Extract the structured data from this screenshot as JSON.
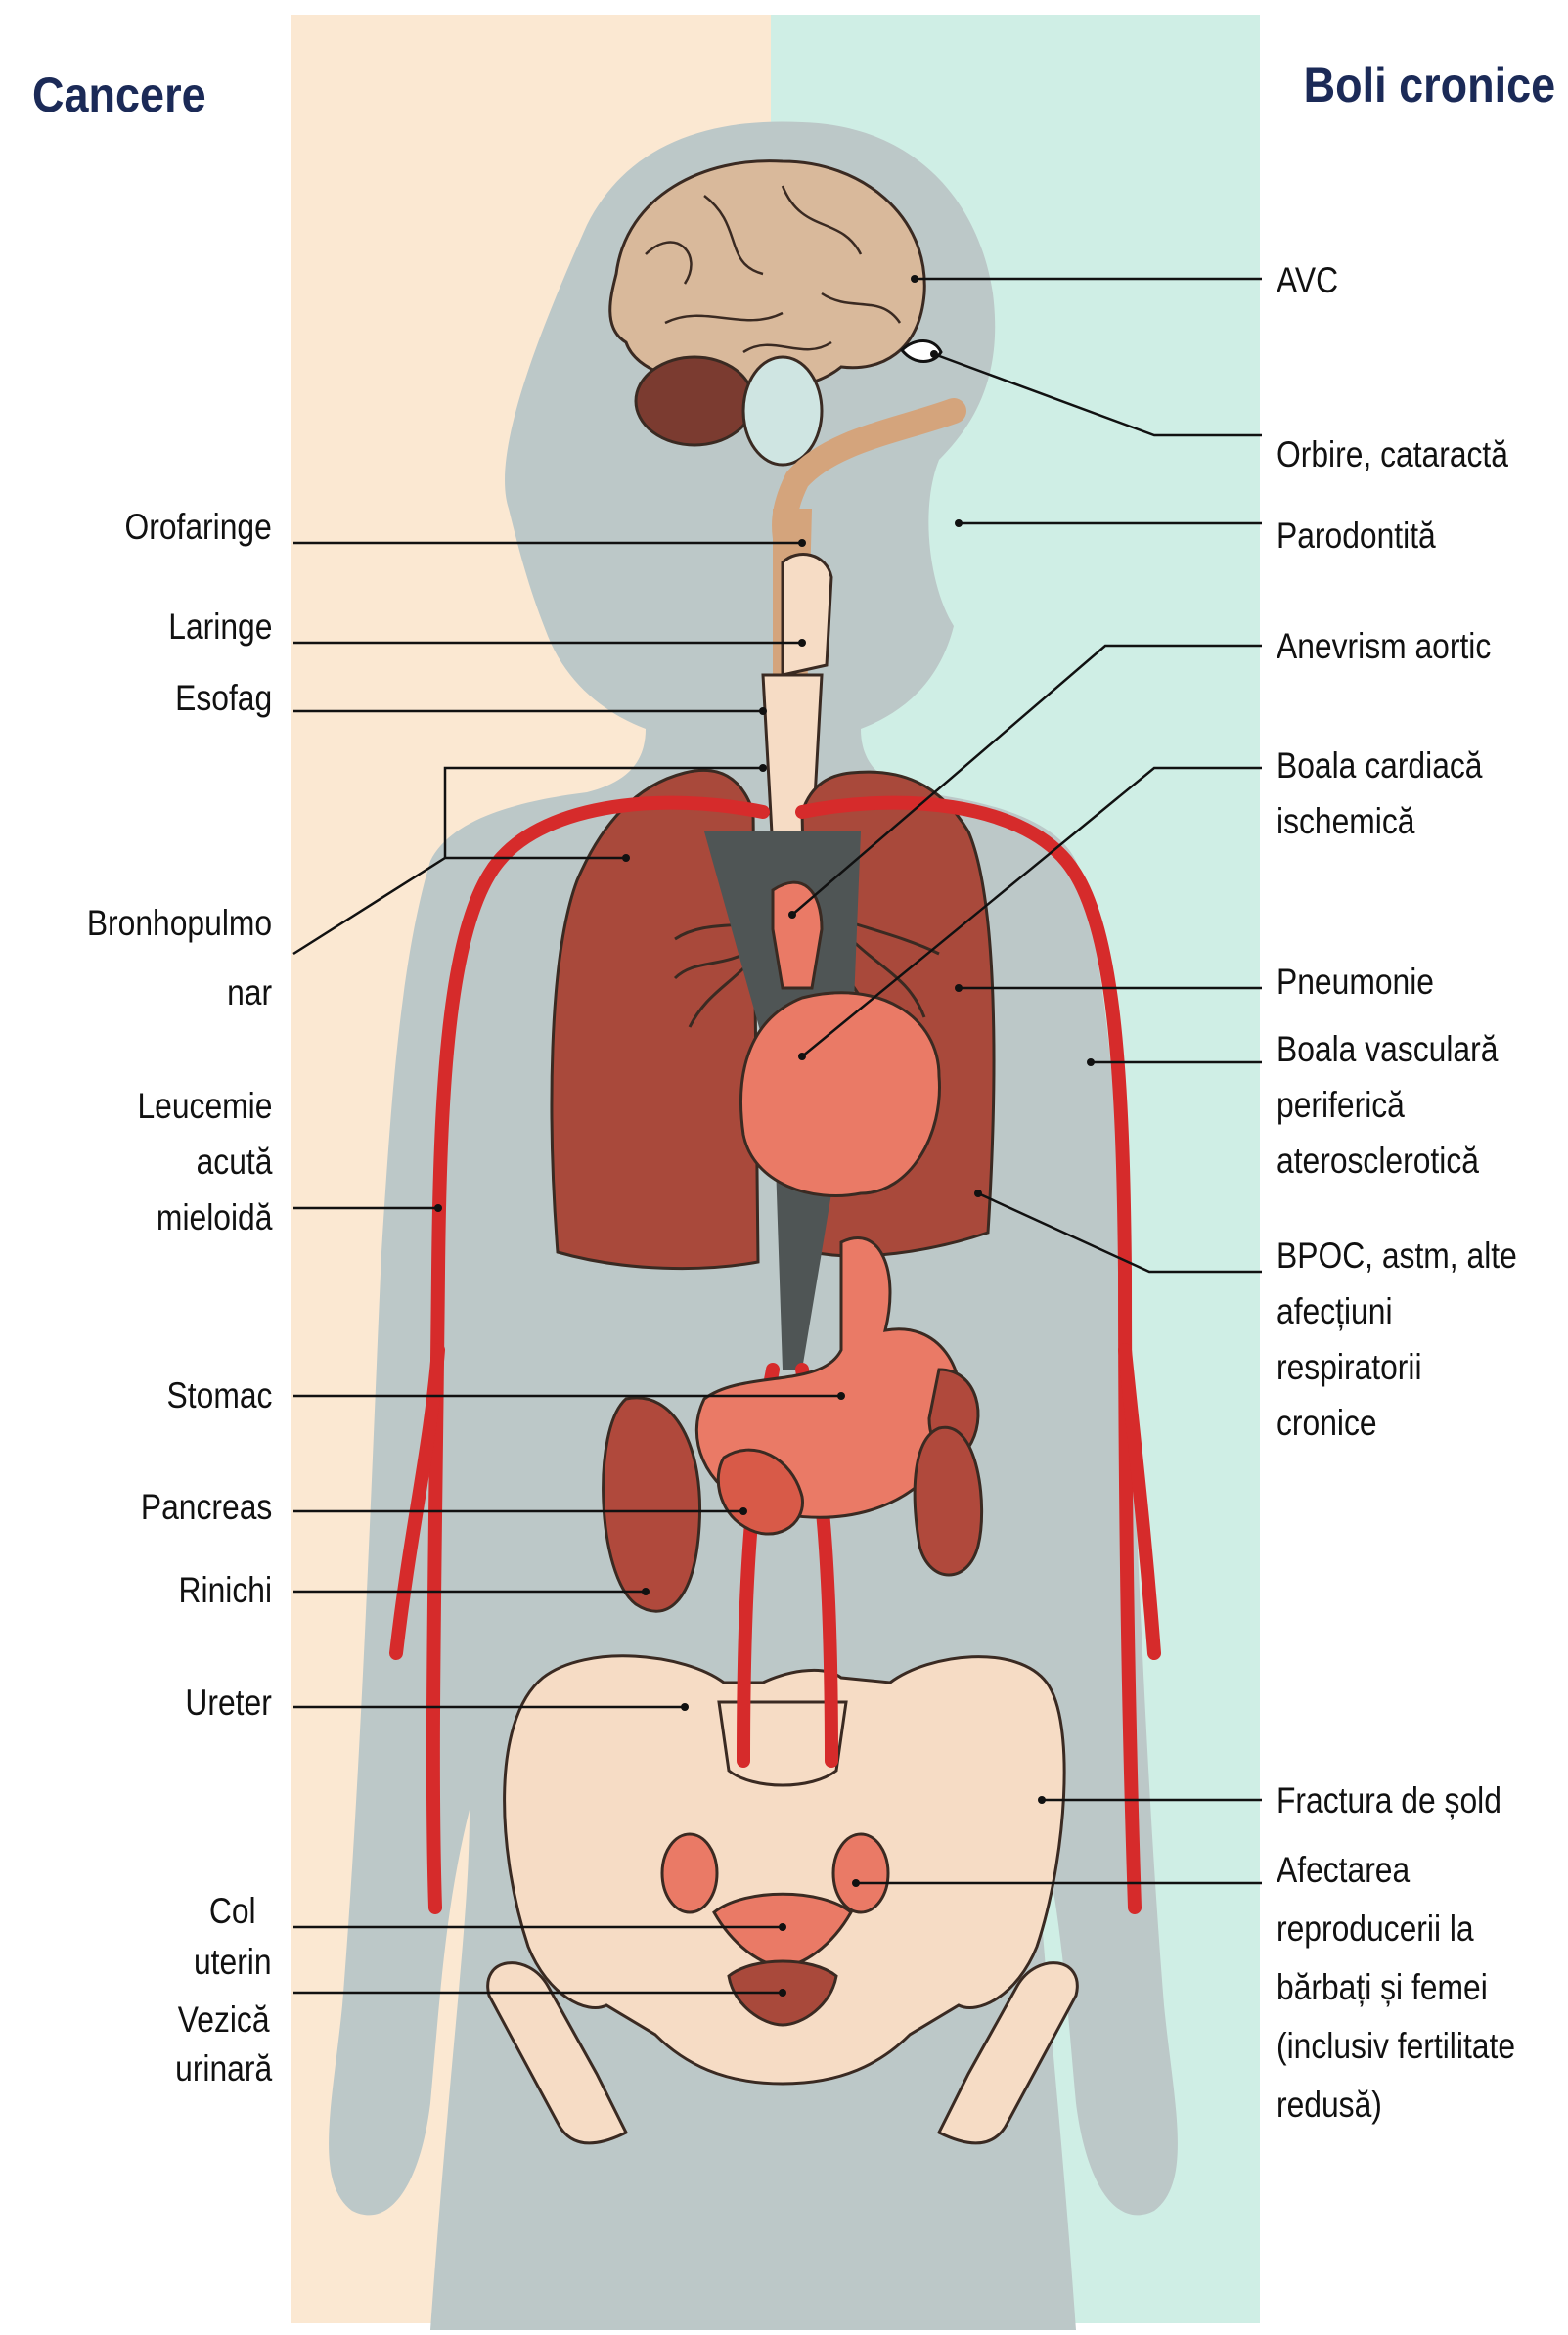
{
  "headers": {
    "left": "Cancere",
    "right": "Boli cronice",
    "color": "#1b2a57"
  },
  "colors": {
    "left_panel": "#fbe8d2",
    "right_panel": "#cfeee5",
    "body_silhouette": "#bcc8c8",
    "brain": "#d9b99b",
    "cerebellum": "#7b3b30",
    "lungs": "#a9493b",
    "heart": "#ea7a66",
    "arteries": "#d62b2b",
    "bone": "#f6dcc5",
    "leader_line": "#111111"
  },
  "labels": {
    "cancers": [
      {
        "id": "orofaringe",
        "text": "Orofaringe"
      },
      {
        "id": "laringe",
        "text": "Laringe"
      },
      {
        "id": "esofag",
        "text": "Esofag"
      },
      {
        "id": "bronhopulmonar",
        "lines": [
          "Bronhopulmo",
          "nar"
        ]
      },
      {
        "id": "leucemie",
        "lines": [
          "Leucemie",
          "acută",
          "mieloidă"
        ]
      },
      {
        "id": "stomac",
        "text": "Stomac"
      },
      {
        "id": "pancreas",
        "text": "Pancreas"
      },
      {
        "id": "rinichi",
        "text": "Rinichi"
      },
      {
        "id": "ureter",
        "text": "Ureter"
      },
      {
        "id": "col-uterin",
        "lines": [
          "Col",
          "uterin"
        ]
      },
      {
        "id": "vezica",
        "lines": [
          "Vezică",
          "urinară"
        ]
      }
    ],
    "chronic": [
      {
        "id": "avc",
        "text": "AVC"
      },
      {
        "id": "orbire",
        "text": "Orbire, cataractă"
      },
      {
        "id": "parodontita",
        "text": "Parodontită"
      },
      {
        "id": "anevrism",
        "text": "Anevrism aortic"
      },
      {
        "id": "cardiaca",
        "lines": [
          "Boala cardiacă",
          "ischemică"
        ]
      },
      {
        "id": "pneumonie",
        "text": "Pneumonie"
      },
      {
        "id": "vasculara",
        "lines": [
          "Boala vasculară",
          "periferică",
          "aterosclerotică"
        ]
      },
      {
        "id": "bpoc",
        "lines": [
          "BPOC, astm, alte",
          "afecțiuni",
          "respiratorii",
          "cronice"
        ]
      },
      {
        "id": "sold",
        "text": "Fractura de șold"
      },
      {
        "id": "reproducere",
        "lines": [
          "Afectarea",
          "reproducerii la",
          "bărbați și femei",
          "(inclusiv fertilitate",
          "redusă)"
        ]
      }
    ]
  }
}
